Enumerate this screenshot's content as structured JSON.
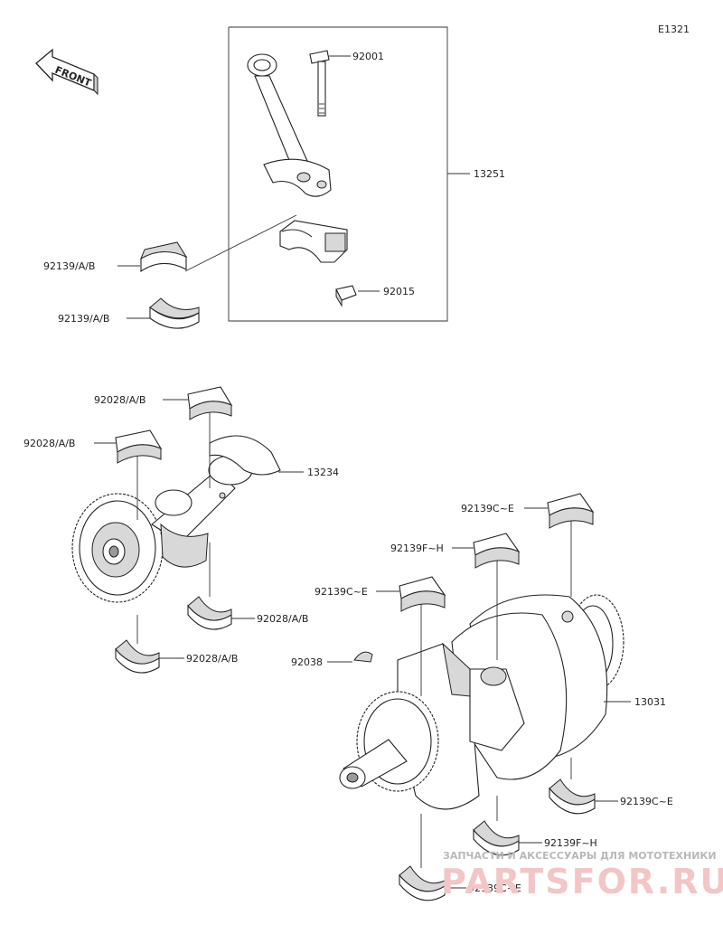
{
  "diagram_code": "E1321",
  "front_label": "FRONT",
  "parts": {
    "p92001": "92001",
    "p13251": "13251",
    "p92139_ab_1": "92139/A/B",
    "p92139_ab_2": "92139/A/B",
    "p92015": "92015",
    "p92028_top1": "92028/A/B",
    "p92028_top2": "92028/A/B",
    "p13234": "13234",
    "p92028_bot1": "92028/A/B",
    "p92028_bot2": "92028/A/B",
    "p92139_ce_top": "92139C~E",
    "p92139_fh_top": "92139F~H",
    "p92139_ce_mid": "92139C~E",
    "p92038": "92038",
    "p13031": "13031",
    "p92139_ce_right": "92139C~E",
    "p92139_fh_bot": "92139F~H",
    "p92139_ce_bot": "92139C~E"
  },
  "watermark": {
    "top_text": "ЗАПЧАСТИ И АКСЕССУАРЫ ДЛЯ МОТОТЕХНИКИ",
    "brand": "PARTSFOR.RU"
  }
}
